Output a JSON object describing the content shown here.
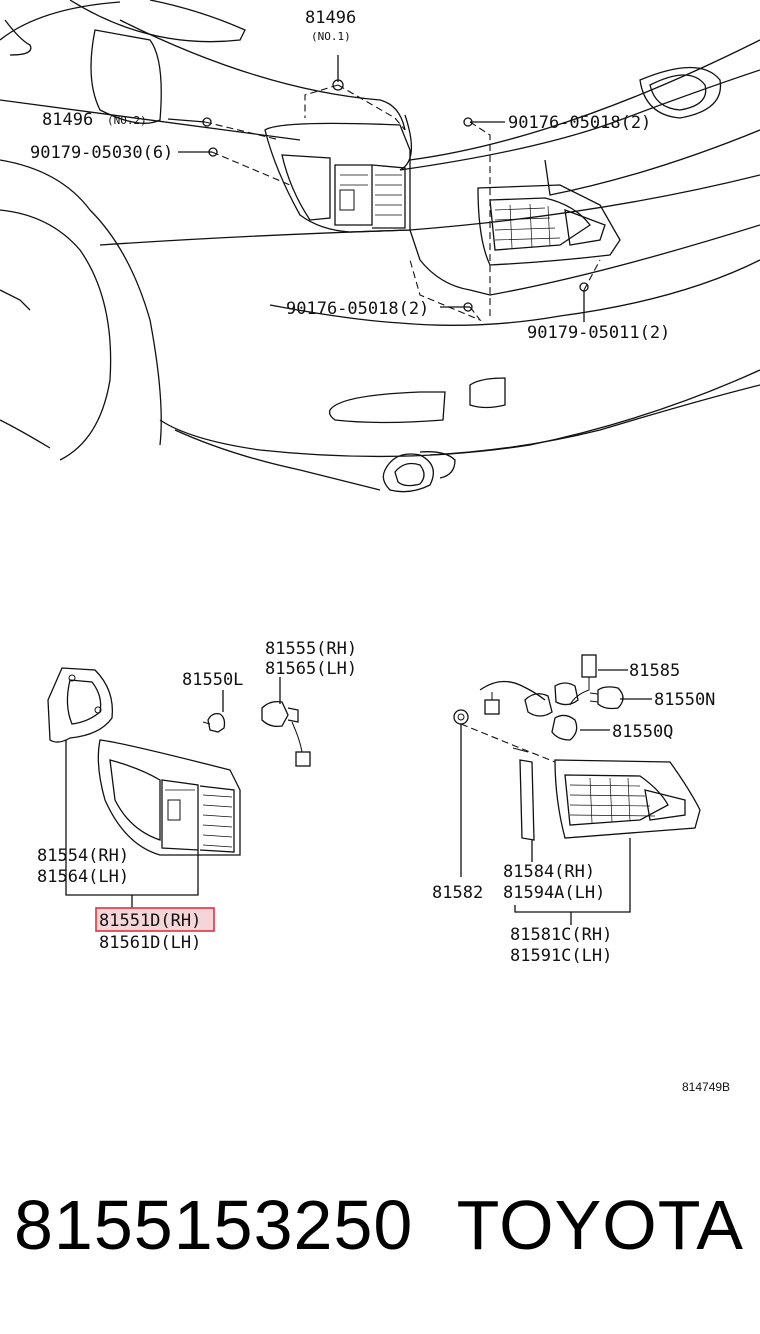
{
  "labels": {
    "l81496_top": "81496",
    "l81496_top_sub": "(NO.1)",
    "l81496_left": "81496",
    "l81496_left_sub": "(NO.2)",
    "l90179_05030": "90179-05030(6)",
    "l90176_05018_a": "90176-05018(2)",
    "l90176_05018_b": "90176-05018(2)",
    "l90179_05011": "90179-05011(2)",
    "l81555": "81555(RH)",
    "l81565": "81565(LH)",
    "l81550L": "81550L",
    "l81585": "81585",
    "l81550N": "81550N",
    "l81550Q": "81550Q",
    "l81554": "81554(RH)",
    "l81564": "81564(LH)",
    "l81551D": "81551D(RH)",
    "l81561D": "81561D(LH)",
    "l81584": "81584(RH)",
    "l81594A": "81594A(LH)",
    "l81582": "81582",
    "l81581C": "81581C(RH)",
    "l81591C": "81591C(LH)",
    "ref": "814749B"
  },
  "footer": {
    "part_number": "8155153250",
    "brand": "TOYOTA"
  },
  "highlight_color": "#d9363e"
}
